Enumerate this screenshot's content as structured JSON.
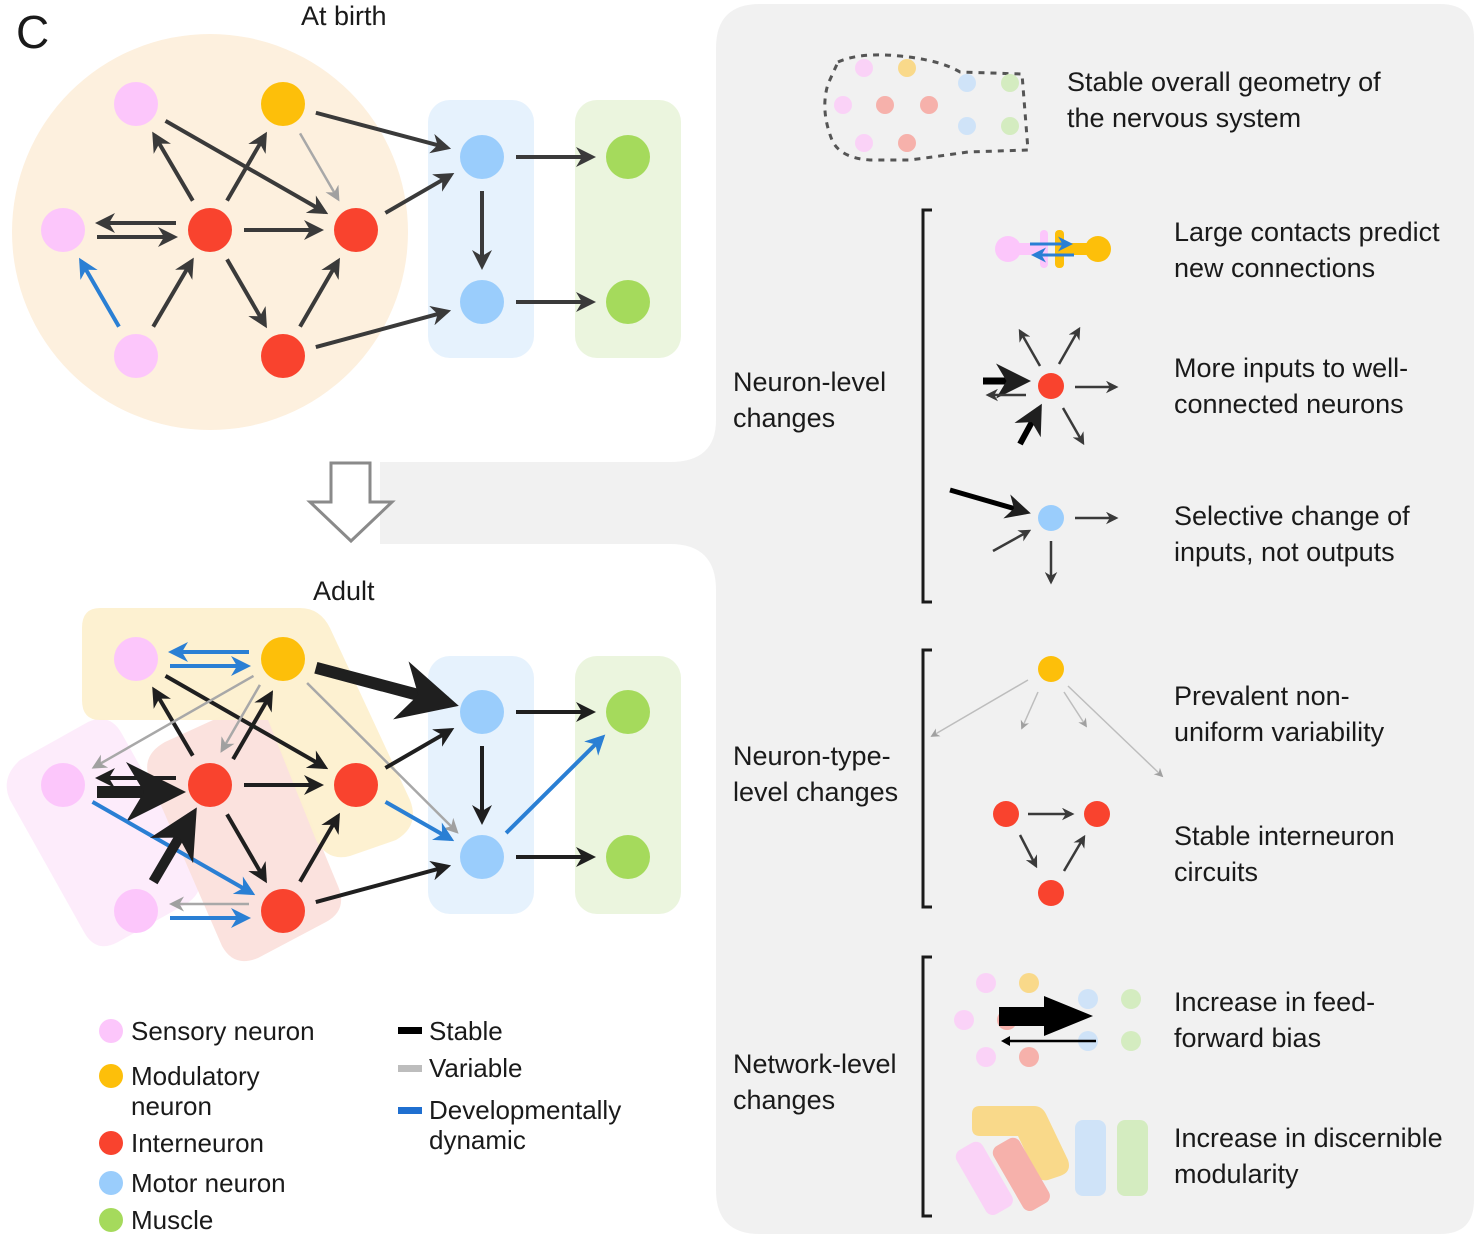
{
  "panel_label": "C",
  "titles": {
    "birth": "At birth",
    "adult": "Adult"
  },
  "colors": {
    "sensory": "#fcc6fb",
    "modulatory": "#fdbf0a",
    "interneuron": "#f9432e",
    "motor": "#9acdfc",
    "muscle": "#a5da5c",
    "stable": "#000000",
    "stable_dark": "#3a3a3a",
    "variable": "#a8a8a8",
    "dynamic": "#2a7fd4",
    "panel_bg": "#f1f1f1",
    "birth_bg": "#fdf0de",
    "motor_bg": "#e6f2fd",
    "muscle_bg": "#ebf5de"
  },
  "legend": {
    "nodes": [
      {
        "label": "Sensory neuron",
        "type": "sensory"
      },
      {
        "label": "Modulatory neuron",
        "type": "modulatory"
      },
      {
        "label": "Interneuron",
        "type": "interneuron"
      },
      {
        "label": "Motor neuron",
        "type": "motor"
      },
      {
        "label": "Muscle",
        "type": "muscle"
      }
    ],
    "edges": [
      {
        "label": "Stable",
        "type": "stable"
      },
      {
        "label": "Variable",
        "type": "variable"
      },
      {
        "label": "Developmentally dynamic",
        "type": "dynamic"
      }
    ]
  },
  "summary": {
    "geometry": "Stable overall geometry of the nervous system",
    "groups": [
      {
        "title": "Neuron-level changes",
        "items": [
          "Large contacts predict new connections",
          "More inputs to well-connected neurons",
          "Selective change of inputs, not outputs"
        ]
      },
      {
        "title": "Neuron-type-level changes",
        "items": [
          "Prevalent non-uniform variability",
          "Stable interneuron circuits"
        ]
      },
      {
        "title": "Network-level changes",
        "items": [
          "Increase in feed-forward bias",
          "Increase in discernible modularity"
        ]
      }
    ]
  },
  "networks": {
    "nodes": [
      "S1",
      "M1",
      "S2",
      "I1",
      "I2",
      "S3",
      "I3",
      "Mo1",
      "Mo2",
      "Mu1",
      "Mu2"
    ],
    "birth_edges": [
      [
        "I1",
        "S1",
        "stable"
      ],
      [
        "I1",
        "M1",
        "stable"
      ],
      [
        "S1",
        "I2",
        "stable"
      ],
      [
        "M1",
        "I2",
        "variable"
      ],
      [
        "M1",
        "Mo1",
        "stable"
      ],
      [
        "S2",
        "I1",
        "stable"
      ],
      [
        "I1",
        "S2",
        "stable"
      ],
      [
        "I1",
        "I2",
        "stable"
      ],
      [
        "S3",
        "S2",
        "dynamic"
      ],
      [
        "S3",
        "I1",
        "stable"
      ],
      [
        "I1",
        "I3",
        "stable"
      ],
      [
        "I3",
        "I2",
        "stable"
      ],
      [
        "I2",
        "Mo1",
        "stable"
      ],
      [
        "I3",
        "Mo2",
        "stable"
      ],
      [
        "Mo1",
        "Mo2",
        "stable"
      ],
      [
        "Mo1",
        "Mu1",
        "stable"
      ],
      [
        "Mo2",
        "Mu2",
        "stable"
      ]
    ],
    "adult_edges": [
      [
        "S1",
        "M1",
        "dynamic"
      ],
      [
        "M1",
        "S1",
        "dynamic"
      ],
      [
        "M1",
        "Mo1",
        "stable"
      ],
      [
        "I1",
        "S1",
        "stable"
      ],
      [
        "I1",
        "M1",
        "stable"
      ],
      [
        "S1",
        "I2",
        "stable"
      ],
      [
        "M1",
        "S2",
        "variable"
      ],
      [
        "M1",
        "I1",
        "variable"
      ],
      [
        "M1",
        "Mo2",
        "variable"
      ],
      [
        "S2",
        "I1",
        "stable"
      ],
      [
        "I1",
        "S2",
        "stable"
      ],
      [
        "I1",
        "I2",
        "stable"
      ],
      [
        "S2",
        "I3",
        "dynamic"
      ],
      [
        "S3",
        "I1",
        "stable"
      ],
      [
        "S3",
        "I3",
        "dynamic"
      ],
      [
        "I3",
        "S3",
        "variable"
      ],
      [
        "I1",
        "I3",
        "stable"
      ],
      [
        "I3",
        "I2",
        "stable"
      ],
      [
        "I2",
        "Mo1",
        "stable"
      ],
      [
        "I2",
        "Mo2",
        "dynamic"
      ],
      [
        "I3",
        "Mo2",
        "stable"
      ],
      [
        "Mo1",
        "Mo2",
        "stable"
      ],
      [
        "Mo1",
        "Mu1",
        "stable"
      ],
      [
        "Mo2",
        "Mu1",
        "dynamic"
      ],
      [
        "Mo2",
        "Mu2",
        "stable"
      ]
    ]
  }
}
